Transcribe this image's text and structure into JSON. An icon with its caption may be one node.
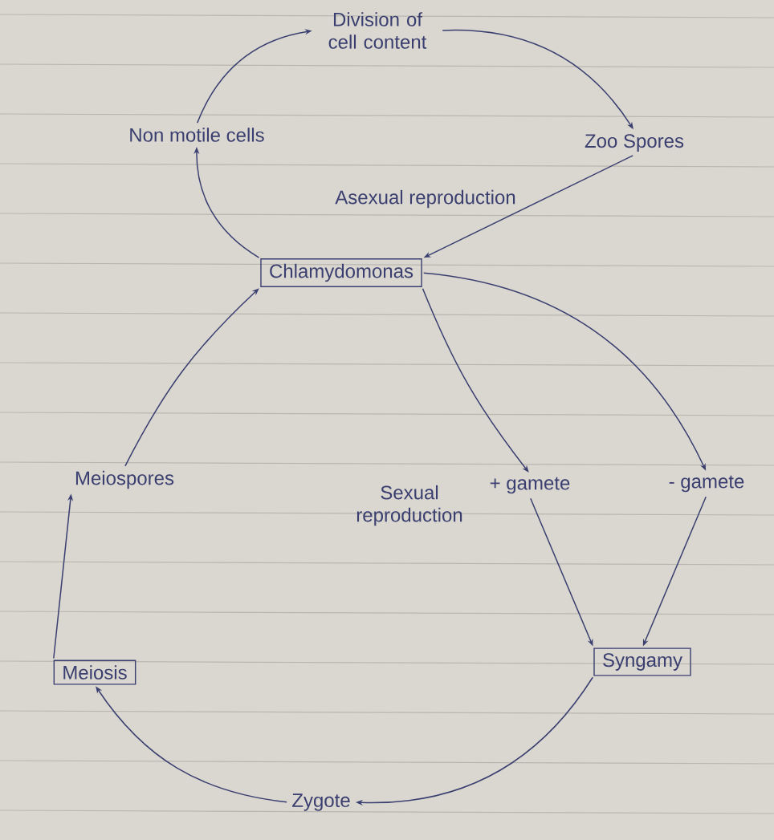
{
  "diagram": {
    "nodes": [
      {
        "text": [
          "Non motile cells"
        ]
      },
      {
        "text": [
          "Division of cell content"
        ]
      },
      {
        "text": [
          "Zoo Spores"
        ]
      },
      {
        "text": [
          "Chlamydomonas"
        ]
      },
      {
        "text": [
          "Meiospores"
        ]
      },
      {
        "text": [
          "+ gamete"
        ]
      },
      {
        "text": [
          "- gamete"
        ]
      },
      {
        "text": [
          "Syngamy"
        ]
      },
      {
        "text": [
          "Meiosis"
        ]
      },
      {
        "text": [
          "Zygote"
        ]
      }
    ],
    "edges": [
      {
        "from": 0,
        "to": 1,
        "arrow": "to"
      },
      {
        "from": 1,
        "to": 2,
        "arrow": "to"
      },
      {
        "from": 2,
        "to": 3,
        "arrow": "to"
      },
      {
        "from": 3,
        "to": 0,
        "arrow": "to"
      },
      {
        "from": 3,
        "to": 5,
        "arrow": "to"
      },
      {
        "from": 3,
        "to": 6,
        "arrow": "to"
      },
      {
        "from": 5,
        "to": 7,
        "arrow": "to"
      },
      {
        "from": 6,
        "to": 7,
        "arrow": "to"
      },
      {
        "from": 7,
        "to": 9,
        "arrow": "to"
      },
      {
        "from": 9,
        "to": 8,
        "arrow": "to"
      },
      {
        "from": 8,
        "to": 4,
        "arrow": "to"
      },
      {
        "from": 4,
        "to": 3,
        "arrow": "to"
      }
    ],
    "labels": [
      "Asexual reproduction",
      "Sexual reproduction"
    ]
  }
}
